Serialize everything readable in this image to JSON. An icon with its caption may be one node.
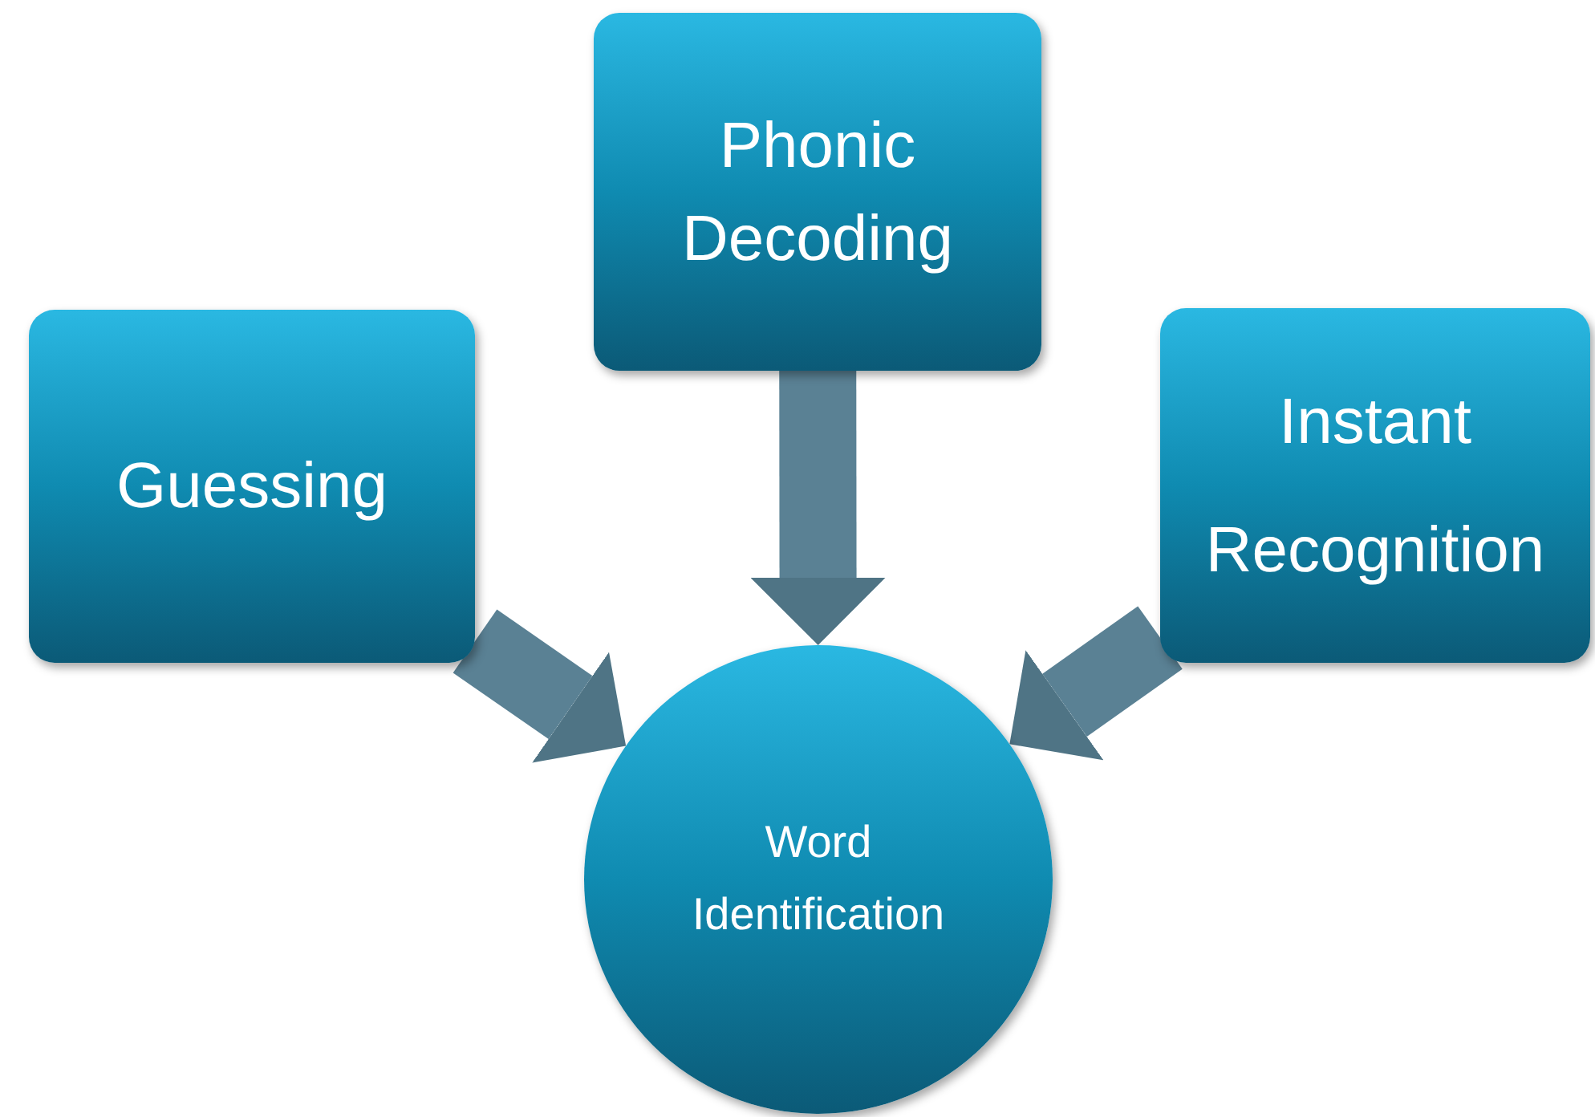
{
  "diagram": {
    "nodes": [
      {
        "text": [
          "Phonic Decoding"
        ]
      },
      {
        "text": [
          "Guessing"
        ]
      },
      {
        "text": [
          "Instant Recognition"
        ]
      },
      {
        "text": [
          "Word Identification"
        ]
      }
    ],
    "edges": [
      {
        "from": 0,
        "to": 3,
        "arrow": "to"
      },
      {
        "from": 1,
        "to": 3,
        "arrow": "to"
      },
      {
        "from": 2,
        "to": 3,
        "arrow": "to"
      }
    ]
  }
}
